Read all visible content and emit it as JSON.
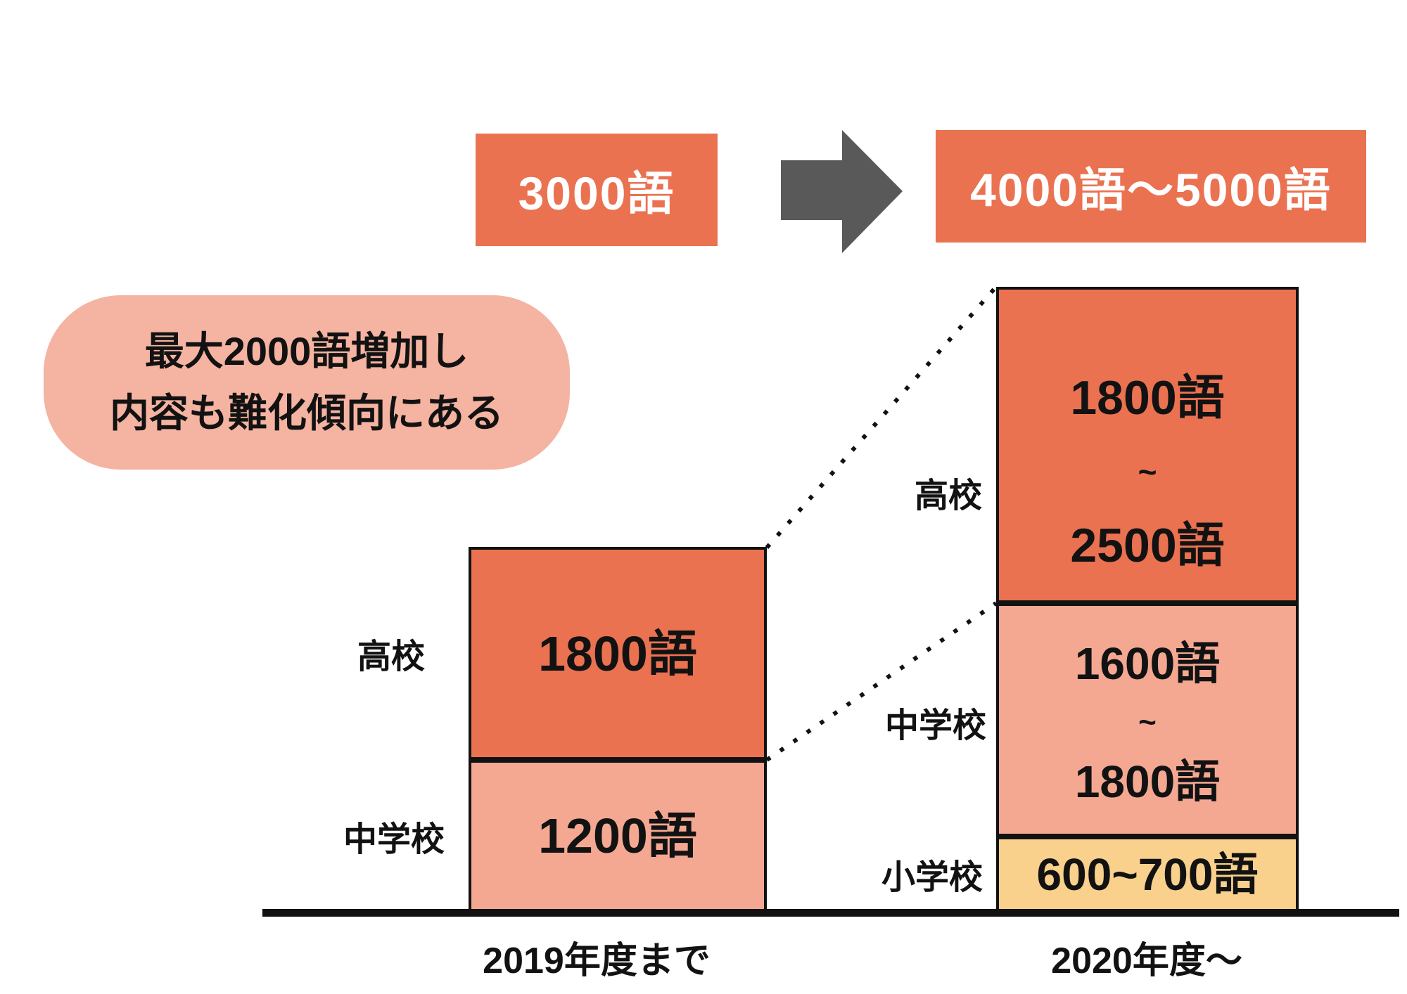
{
  "summary": {
    "before_total": "3000語",
    "after_total": "4000語〜5000語"
  },
  "callout": {
    "line1": "最大2000語増加し",
    "line2": "内容も難化傾向にある"
  },
  "left_bar": {
    "axis_label": "2019年度まで",
    "segments": [
      {
        "school": "高校",
        "value": "1800語"
      },
      {
        "school": "中学校",
        "value": "1200語"
      }
    ]
  },
  "right_bar": {
    "axis_label": "2020年度〜",
    "segments": [
      {
        "school": "高校",
        "lines": [
          "1800語",
          "~",
          "2500語"
        ]
      },
      {
        "school": "中学校",
        "lines": [
          "1600語",
          "~",
          "1800語"
        ]
      },
      {
        "school": "小学校",
        "value": "600~700語"
      }
    ]
  },
  "colors": {
    "accent_orange": "#EA7251",
    "light_salmon": "#F4A892",
    "bubble_pink": "#F5B3A1",
    "highlight_yellow": "#F9D08C",
    "arrow_gray": "#595959",
    "ink": "#121212"
  },
  "chart_data": {
    "type": "bar",
    "subtype": "stacked",
    "title": "",
    "categories": [
      "2019年度まで",
      "2020年度〜"
    ],
    "stack_order_bottom_to_top": [
      "小学校",
      "中学校",
      "高校"
    ],
    "series": [
      {
        "name": "小学校",
        "values": [
          null,
          [
            600,
            700
          ]
        ],
        "labels": [
          "",
          "600~700語"
        ]
      },
      {
        "name": "中学校",
        "values": [
          1200,
          [
            1600,
            1800
          ]
        ],
        "labels": [
          "1200語",
          "1600語~1800語"
        ]
      },
      {
        "name": "高校",
        "values": [
          1800,
          [
            1800,
            2500
          ]
        ],
        "labels": [
          "1800語",
          "1800語~2500語"
        ]
      }
    ],
    "totals": [
      3000,
      [
        4000,
        5000
      ]
    ],
    "total_labels": [
      "3000語",
      "4000語〜5000語"
    ],
    "annotation": "最大2000語増加し内容も難化傾向にある",
    "legend": false,
    "axis": {
      "x_labels_visible": true,
      "y_axis_visible": false,
      "gridlines": false
    },
    "connectors": "dotted lines link segment boundaries between the two stacked bars"
  }
}
